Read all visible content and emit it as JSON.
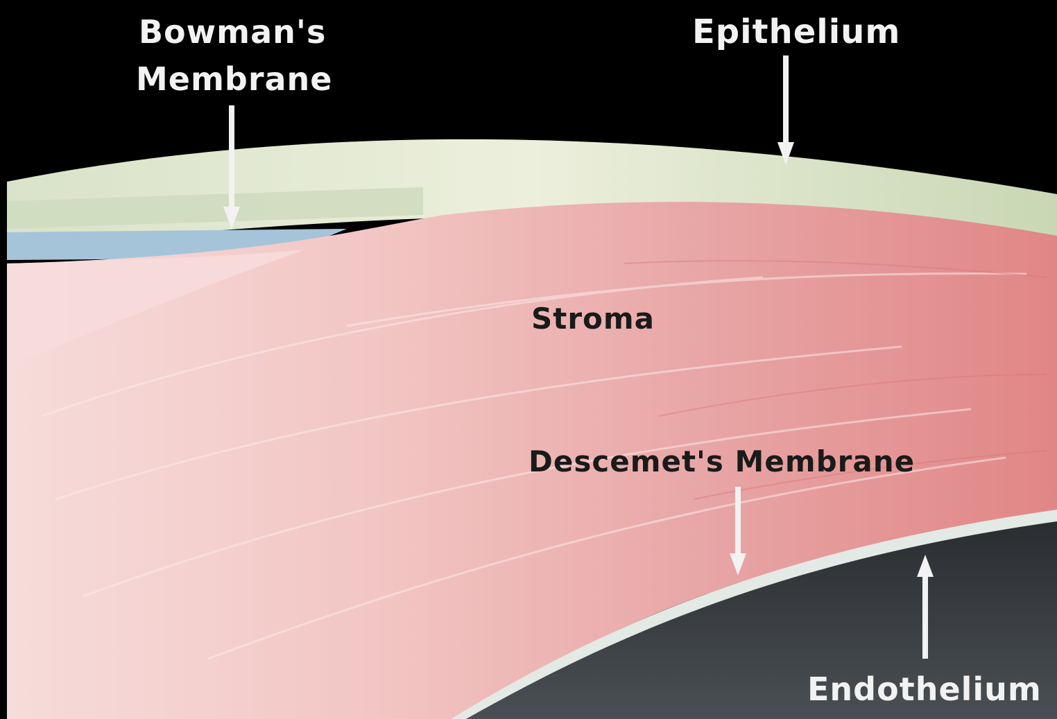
{
  "diagram": {
    "labels": {
      "bowman_line1": "Bowman's",
      "bowman_line2": "Membrane",
      "epithelium": "Epithelium",
      "stroma": "Stroma",
      "descemet": "Descemet's Membrane",
      "endothelium": "Endothelium"
    },
    "colors": {
      "background": "#000000",
      "epithelium": "#e4e9d2",
      "bowman_layer": "#9fc0d6",
      "stroma": "#e9a0a0",
      "stroma_light": "#f6dcda",
      "descemet": "#dfe6e2",
      "anterior_chamber": "#3a3e42",
      "label_light": "#f2f2f2",
      "label_dark": "#1a1a1a"
    }
  }
}
